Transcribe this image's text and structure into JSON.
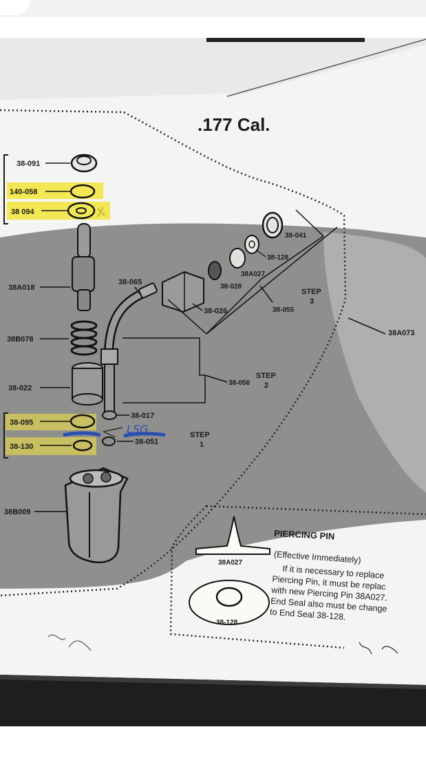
{
  "document": {
    "caliber": ".177 Cal.",
    "parts_left": [
      "38-091",
      "140-058",
      "38 094",
      "38A018",
      "38B078",
      "38-022",
      "38-095",
      "38-130",
      "38B009"
    ],
    "parts_center": [
      "38-065",
      "38-026",
      "38-028",
      "38A027",
      "38-128",
      "38-041",
      "38-055",
      "38-056",
      "38-017",
      "38-051",
      "38A073"
    ],
    "steps": {
      "step_word": "STEP",
      "step1": "1",
      "step2": "2",
      "step3": "3"
    },
    "handwritten_note": "LSG",
    "piercing_pin": {
      "heading": "PIERCING PIN",
      "effective": "(Effective Immediately)",
      "line1": "If it is necessary to replace",
      "line2": "Piercing Pin, it must be replac",
      "line3": "with new Piercing Pin 38A027.",
      "line4": "End Seal also must be change",
      "line5": "to End Seal 38-128.",
      "pin_label": "38A027",
      "seal_label": "38-128"
    }
  },
  "colors": {
    "highlight": "#f3e43a",
    "ink_blue": "#2a4fb0",
    "paper": "#f4f4f2",
    "shadow": "#7b7b7b"
  }
}
